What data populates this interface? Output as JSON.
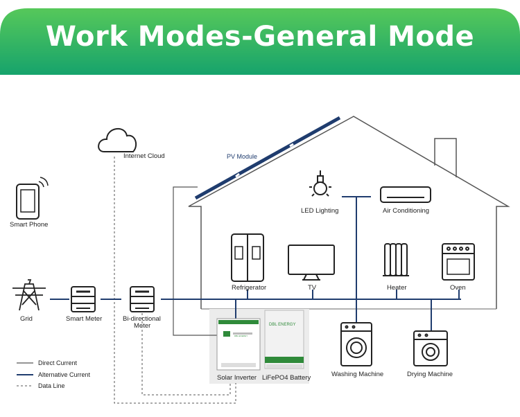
{
  "header": {
    "title": "Work Modes-General Mode"
  },
  "labels": {
    "pv_module": "PV Module",
    "internet_cloud": "Internet Cloud",
    "smart_phone": "Smart Phone",
    "grid": "Grid",
    "smart_meter": "Smart Meter",
    "bidirectional_meter_line1": "Bi-directional",
    "bidirectional_meter_line2": "Meter",
    "led_lighting": "LED Lighting",
    "air_conditioning": "Air Conditioning",
    "refrigerator": "Refrigerator",
    "tv": "TV",
    "heater": "Heater",
    "oven": "Oven",
    "solar_inverter": "Solar Inverter",
    "lifepo4_battery": "LiFePO4 Battery",
    "washing_machine": "Washing Machine",
    "drying_machine": "Drying Machine",
    "inverter_brand": "DBL ENERGY",
    "battery_brand": "DBL ENERGY"
  },
  "legend": {
    "direct_current": "Direct Current",
    "alternative_current": "Alternative Current",
    "data_line": "Data Line"
  },
  "colors": {
    "banner_top": "#4ec25a",
    "banner_bottom": "#1fa86a",
    "ac_line": "#1f3c6e",
    "dc_line": "#555555",
    "data_line": "#555555",
    "accent_green": "#2f8a3a"
  }
}
